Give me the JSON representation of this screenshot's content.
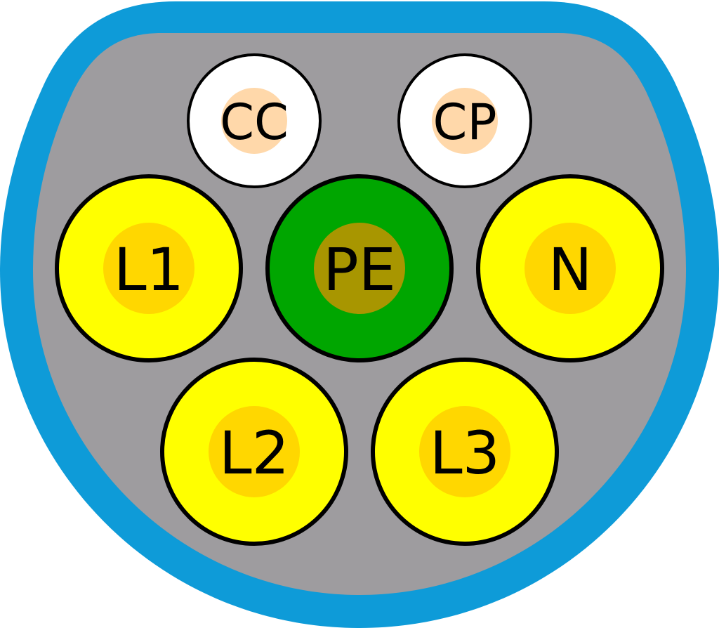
{
  "connector": {
    "housing_color": "#0e9bd8",
    "face_color": "#9e9c9f",
    "outline_color": "#000000",
    "pins": {
      "cc": {
        "label": "CC",
        "outer_color": "#ffffff",
        "inner_color": "#ffd8aa"
      },
      "cp": {
        "label": "CP",
        "outer_color": "#ffffff",
        "inner_color": "#ffd8aa"
      },
      "l1": {
        "label": "L1",
        "outer_color": "#ffff00",
        "inner_color": "#ffd700"
      },
      "pe": {
        "label": "PE",
        "outer_color": "#00a600",
        "inner_color": "#a89600"
      },
      "n": {
        "label": "N",
        "outer_color": "#ffff00",
        "inner_color": "#ffd700"
      },
      "l2": {
        "label": "L2",
        "outer_color": "#ffff00",
        "inner_color": "#ffd700"
      },
      "l3": {
        "label": "L3",
        "outer_color": "#ffff00",
        "inner_color": "#ffd700"
      }
    }
  }
}
